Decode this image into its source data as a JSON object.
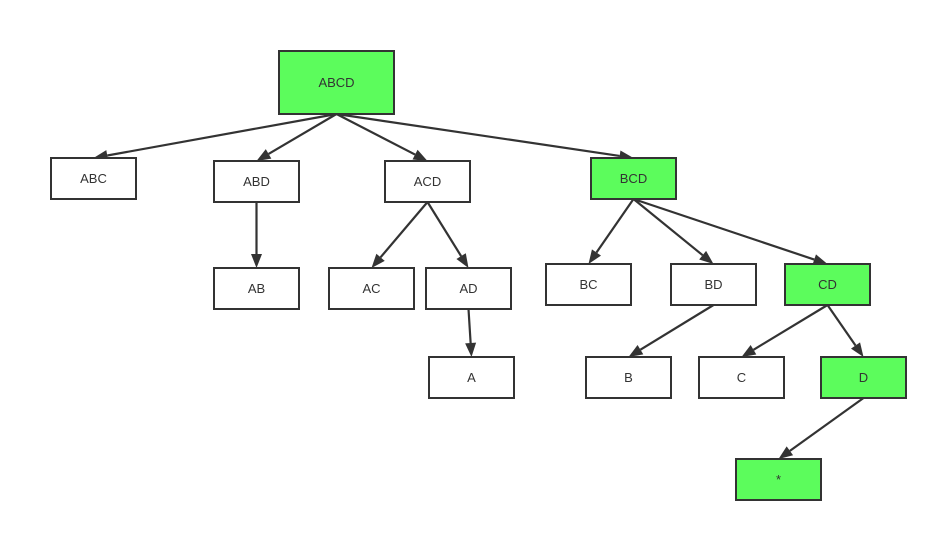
{
  "colors": {
    "highlight_fill": "#5cfc5c",
    "default_fill": "#ffffff",
    "stroke": "#333333"
  },
  "nodes": [
    {
      "id": "ABCD",
      "label": "ABCD",
      "highlight": true
    },
    {
      "id": "ABC",
      "label": "ABC",
      "highlight": false
    },
    {
      "id": "ABD",
      "label": "ABD",
      "highlight": false
    },
    {
      "id": "ACD",
      "label": "ACD",
      "highlight": false
    },
    {
      "id": "BCD",
      "label": "BCD",
      "highlight": true
    },
    {
      "id": "AB",
      "label": "AB",
      "highlight": false
    },
    {
      "id": "AC",
      "label": "AC",
      "highlight": false
    },
    {
      "id": "AD",
      "label": "AD",
      "highlight": false
    },
    {
      "id": "BC",
      "label": "BC",
      "highlight": false
    },
    {
      "id": "BD",
      "label": "BD",
      "highlight": false
    },
    {
      "id": "CD",
      "label": "CD",
      "highlight": true
    },
    {
      "id": "A",
      "label": "A",
      "highlight": false
    },
    {
      "id": "B",
      "label": "B",
      "highlight": false
    },
    {
      "id": "C",
      "label": "C",
      "highlight": false
    },
    {
      "id": "D",
      "label": "D",
      "highlight": true
    },
    {
      "id": "STAR",
      "label": "*",
      "highlight": true
    }
  ],
  "edges": [
    {
      "from": "ABCD",
      "to": "ABC"
    },
    {
      "from": "ABCD",
      "to": "ABD"
    },
    {
      "from": "ABCD",
      "to": "ACD"
    },
    {
      "from": "ABCD",
      "to": "BCD"
    },
    {
      "from": "ABD",
      "to": "AB"
    },
    {
      "from": "ACD",
      "to": "AC"
    },
    {
      "from": "ACD",
      "to": "AD"
    },
    {
      "from": "AD",
      "to": "A"
    },
    {
      "from": "BCD",
      "to": "BC"
    },
    {
      "from": "BCD",
      "to": "BD"
    },
    {
      "from": "BCD",
      "to": "CD"
    },
    {
      "from": "BD",
      "to": "B"
    },
    {
      "from": "CD",
      "to": "C"
    },
    {
      "from": "CD",
      "to": "D"
    },
    {
      "from": "D",
      "to": "STAR"
    }
  ]
}
